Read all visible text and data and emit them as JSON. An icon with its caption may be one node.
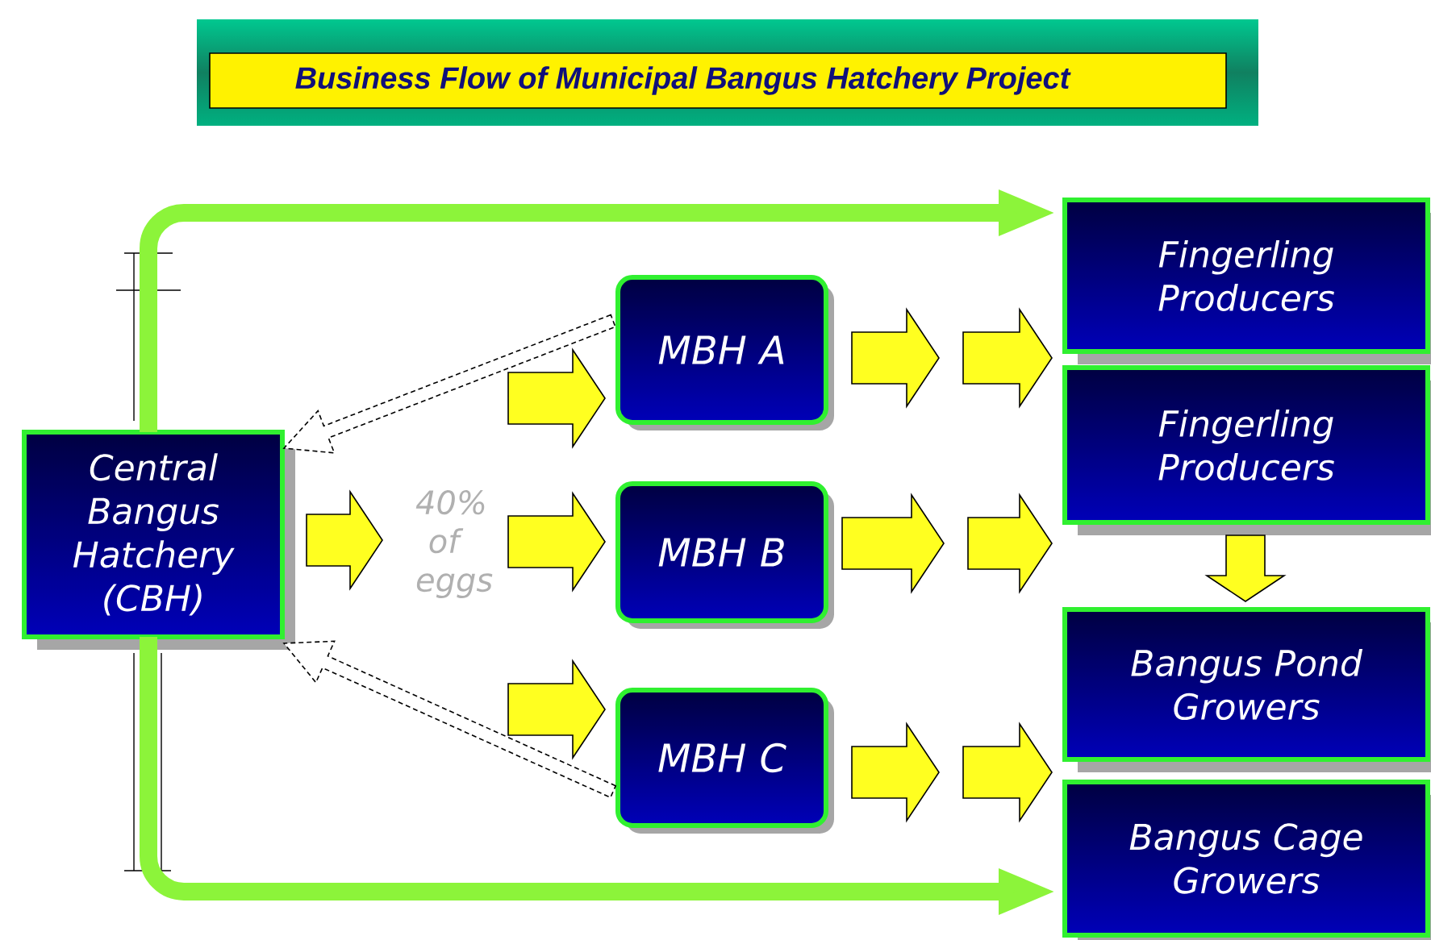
{
  "diagram": {
    "title": "Business Flow of Municipal Bangus Hatchery Project",
    "nodes": [
      {
        "text": [
          "Central Bangus Hatchery (CBH)"
        ]
      },
      {
        "text": [
          "40% of eggs"
        ]
      },
      {
        "text": [
          "MBH A"
        ]
      },
      {
        "text": [
          "MBH B"
        ]
      },
      {
        "text": [
          "MBH C"
        ]
      },
      {
        "text": [
          "Fingerling Producers"
        ]
      },
      {
        "text": [
          "Fingerling Producers"
        ]
      },
      {
        "text": [
          "Bangus Pond Growers"
        ]
      },
      {
        "text": [
          "Bangus Cage Growers"
        ]
      }
    ],
    "edges": [
      {
        "from": 0,
        "to": 1,
        "arrow": "to"
      },
      {
        "from": 1,
        "to": 2,
        "arrow": "to"
      },
      {
        "from": 1,
        "to": 3,
        "arrow": "to"
      },
      {
        "from": 1,
        "to": 4,
        "arrow": "to"
      },
      {
        "from": 2,
        "to": null,
        "arrow": "to"
      },
      {
        "from": null,
        "to": 5,
        "arrow": "to"
      },
      {
        "from": 3,
        "to": null,
        "arrow": "to"
      },
      {
        "from": null,
        "to": 6,
        "arrow": "to"
      },
      {
        "from": 4,
        "to": null,
        "arrow": "to"
      },
      {
        "from": null,
        "to": 7,
        "arrow": "to"
      },
      {
        "from": 6,
        "to": 7,
        "arrow": "to"
      },
      {
        "from": 2,
        "to": 0,
        "arrow": "to",
        "style": "dashed"
      },
      {
        "from": 4,
        "to": 0,
        "arrow": "to",
        "style": "dashed"
      },
      {
        "from": 0,
        "to": 5,
        "arrow": "to",
        "color": "#8cf43a"
      },
      {
        "from": 0,
        "to": 8,
        "arrow": "to",
        "color": "#8cf43a"
      }
    ]
  }
}
